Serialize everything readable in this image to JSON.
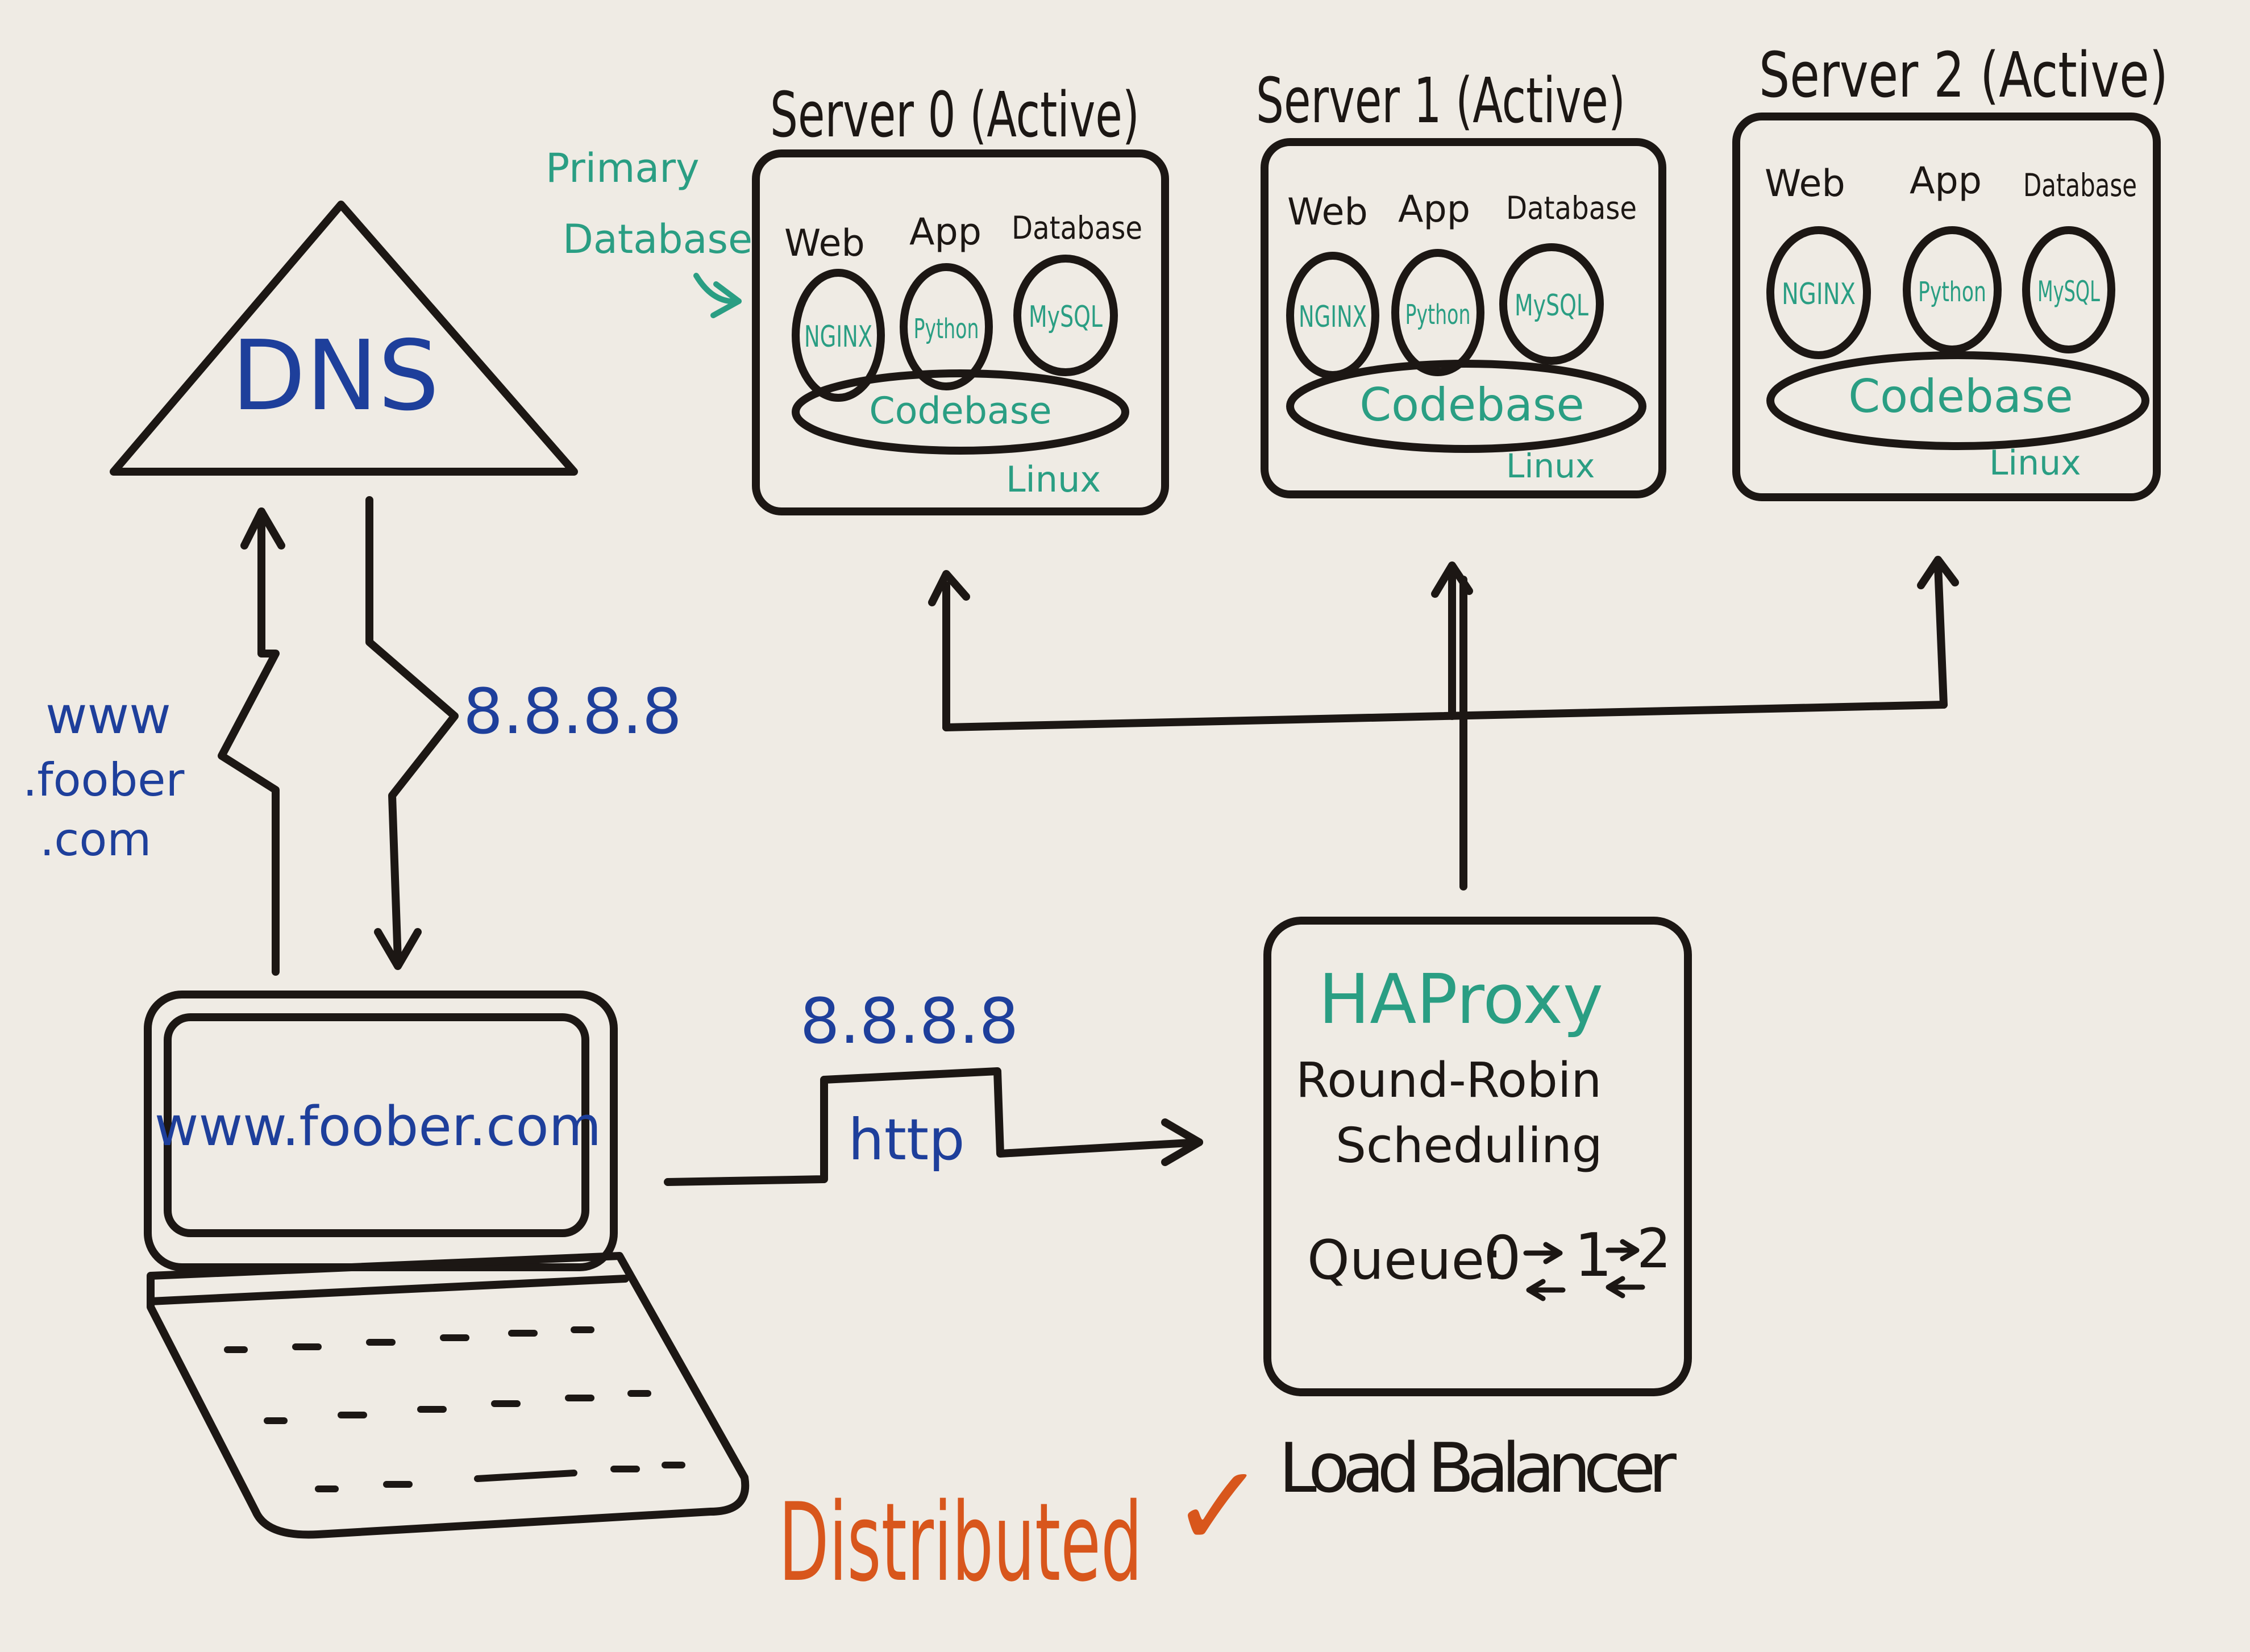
{
  "colors": {
    "board": "#efebe4",
    "black_ink": "#1c1714",
    "blue_ink": "#1e3f9b",
    "green_ink": "#2a9e83",
    "orange_ink": "#d8561c"
  },
  "dns": {
    "label": "DNS"
  },
  "dns_query": {
    "line1": "www",
    "line2": ".foober",
    "line3": ".com"
  },
  "dns_reply": {
    "ip": "8.8.8.8"
  },
  "laptop": {
    "screen_text": "www.foober.com"
  },
  "request": {
    "ip": "8.8.8.8",
    "protocol": "http"
  },
  "primary_note": {
    "line1": "Primary",
    "line2": "Database"
  },
  "servers": [
    {
      "title": "Server 0 (Active)",
      "tiers": [
        "Web",
        "App",
        "Database"
      ],
      "software": [
        "NGINX",
        "Python",
        "MySQL"
      ],
      "codebase": "Codebase",
      "os": "Linux"
    },
    {
      "title": "Server 1 (Active)",
      "tiers": [
        "Web",
        "App",
        "Database"
      ],
      "software": [
        "NGINX",
        "Python",
        "MySQL"
      ],
      "codebase": "Codebase",
      "os": "Linux"
    },
    {
      "title": "Server 2 (Active)",
      "tiers": [
        "Web",
        "App",
        "Database"
      ],
      "software": [
        "NGINX",
        "Python",
        "MySQL"
      ],
      "codebase": "Codebase",
      "os": "Linux"
    }
  ],
  "load_balancer": {
    "name": "HAProxy",
    "algorithm_line1": "Round-Robin",
    "algorithm_line2": "Scheduling",
    "queue_label": "Queue:",
    "queue_items": [
      "0",
      "1",
      "2"
    ],
    "caption": "Load Balancer"
  },
  "footer": {
    "label": "Distributed",
    "check": "✓"
  }
}
